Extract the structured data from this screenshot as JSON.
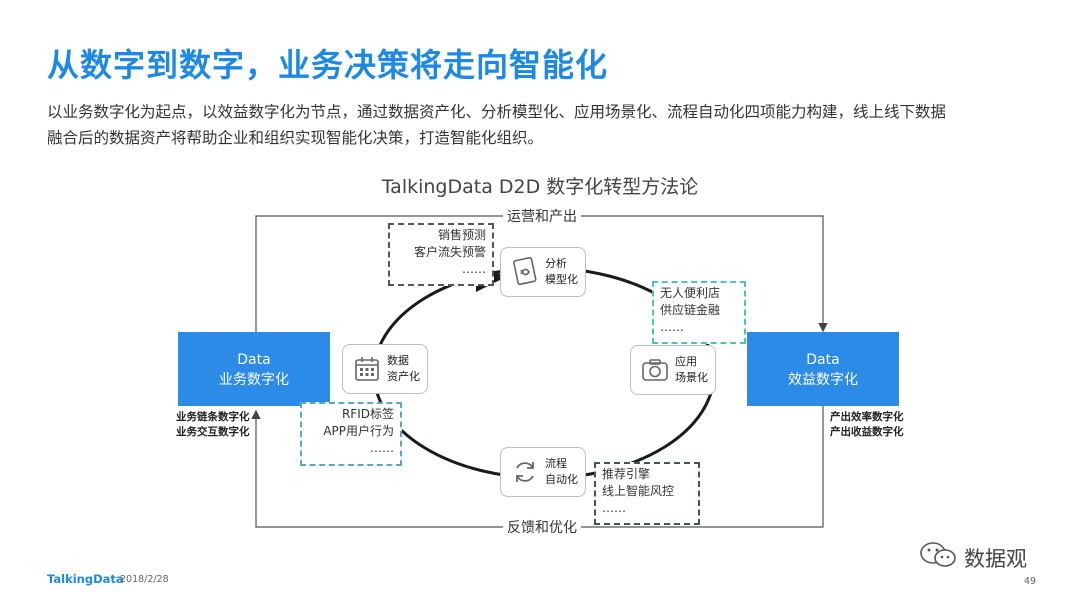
{
  "header": {
    "title": "从数字到数字，业务决策将走向智能化",
    "intro_line1": "以业务数字化为起点，以效益数字化为节点，通过数据资产化、分析模型化、应用场景化、流程自动化四项能力构建，线上线下数据",
    "intro_line2": "融合后的数据资产将帮助企业和组织实现智能化决策，打造智能化组织。"
  },
  "diagram": {
    "title": "TalkingData D2D 数字化转型方法论",
    "top_flow_label": "运营和产出",
    "bottom_flow_label": "反馈和优化",
    "left_box": {
      "line1": "Data",
      "line2": "业务数字化"
    },
    "right_box": {
      "line1": "Data",
      "line2": "效益数字化"
    },
    "left_notes": [
      "业务链条数字化",
      "业务交互数字化"
    ],
    "right_notes": [
      "产出效率数字化",
      "产出收益数字化"
    ],
    "nodes": {
      "analysis": {
        "line1": "分析",
        "line2": "模型化",
        "icon": "document-swirl-icon"
      },
      "application": {
        "line1": "应用",
        "line2": "场景化",
        "icon": "camera-icon"
      },
      "process": {
        "line1": "流程",
        "line2": "自动化",
        "icon": "refresh-icon"
      },
      "data_asset": {
        "line1": "数据",
        "line2": "资产化",
        "icon": "calendar-icon"
      }
    },
    "examples": {
      "analysis": [
        "销售预测",
        "客户流失预警",
        "……"
      ],
      "application": [
        "无人便利店",
        "供应链金融",
        "……"
      ],
      "process": [
        "推荐引擎",
        "线上智能风控",
        "……"
      ],
      "data_asset": [
        "RFID标签",
        "APP用户行为",
        "……"
      ]
    },
    "colors": {
      "accent": "#2b8be6",
      "title": "#1e88e5",
      "ring": "#1a1a1a"
    }
  },
  "footer": {
    "brand": "TalkingData",
    "date": "2018/2/28",
    "page": "49",
    "watermark": "数据观"
  }
}
